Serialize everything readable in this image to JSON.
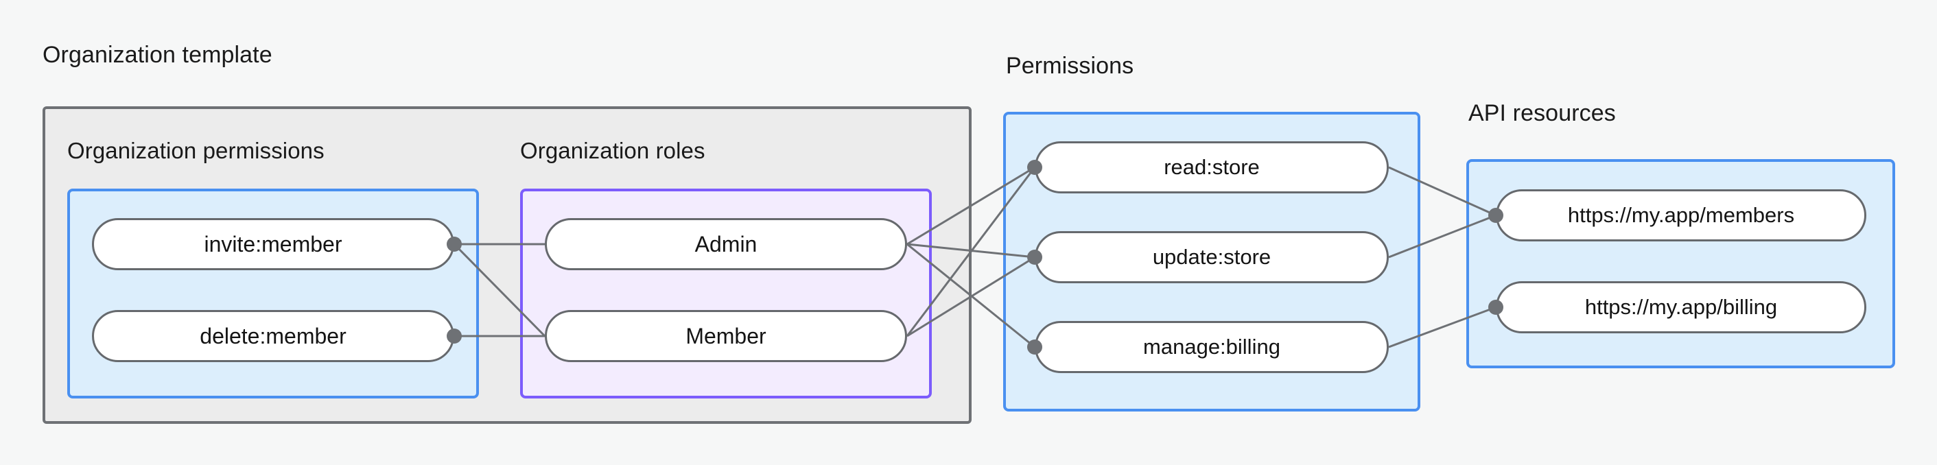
{
  "diagram": {
    "title": "Organization template",
    "groups": [
      {
        "id": "org-template",
        "label": "Organization template",
        "subgroups": [
          {
            "id": "org-permissions",
            "label": "Organization permissions",
            "style": "blue",
            "nodes": [
              {
                "id": "invite-member",
                "label": "invite:member"
              },
              {
                "id": "delete-member",
                "label": "delete:member"
              }
            ]
          },
          {
            "id": "org-roles",
            "label": "Organization roles",
            "style": "purple",
            "nodes": [
              {
                "id": "admin",
                "label": "Admin"
              },
              {
                "id": "member",
                "label": "Member"
              }
            ]
          }
        ]
      },
      {
        "id": "permissions",
        "label": "Permissions",
        "style": "blue",
        "nodes": [
          {
            "id": "read-store",
            "label": "read:store"
          },
          {
            "id": "update-store",
            "label": "update:store"
          },
          {
            "id": "manage-billing",
            "label": "manage:billing"
          }
        ]
      },
      {
        "id": "api-resources",
        "label": "API resources",
        "style": "blue",
        "nodes": [
          {
            "id": "members-resource",
            "label": "https://my.app/members"
          },
          {
            "id": "billing-resource",
            "label": "https://my.app/billing"
          }
        ]
      }
    ],
    "edges": [
      {
        "from": "invite-member",
        "to": "admin"
      },
      {
        "from": "invite-member",
        "to": "member"
      },
      {
        "from": "delete-member",
        "to": "member"
      },
      {
        "from": "admin",
        "to": "read-store"
      },
      {
        "from": "admin",
        "to": "update-store"
      },
      {
        "from": "admin",
        "to": "manage-billing"
      },
      {
        "from": "member",
        "to": "read-store"
      },
      {
        "from": "member",
        "to": "update-store"
      },
      {
        "from": "read-store",
        "to": "members-resource"
      },
      {
        "from": "update-store",
        "to": "members-resource"
      },
      {
        "from": "manage-billing",
        "to": "billing-resource"
      }
    ],
    "colors": {
      "page_background": "#f6f7f7",
      "outer_group_fill": "#ececec",
      "outer_group_border": "#6e7175",
      "blue_fill": "#dceefc",
      "blue_border": "#4a90f0",
      "purple_fill": "#f3ecfe",
      "purple_border": "#7c5cfc",
      "node_fill": "#ffffff",
      "node_border": "#66696d",
      "edge": "#6e7175",
      "text": "#1a1a1a"
    }
  }
}
